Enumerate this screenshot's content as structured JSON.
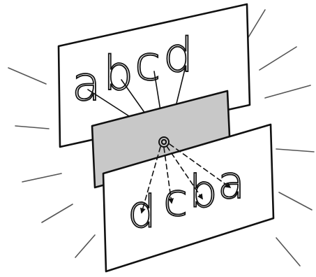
{
  "diagram": {
    "back_sheet": {
      "letters": [
        "a",
        "b",
        "c",
        "d"
      ]
    },
    "front_sheet": {
      "letters": [
        "d",
        "c",
        "b",
        "a"
      ]
    },
    "colors": {
      "ink": "#111111",
      "middle_sheet": "#c8c8c8",
      "sheet": "#ffffff",
      "rays": "#555555"
    },
    "icons": [
      "focal-point-icon",
      "arrowhead-icon"
    ]
  }
}
